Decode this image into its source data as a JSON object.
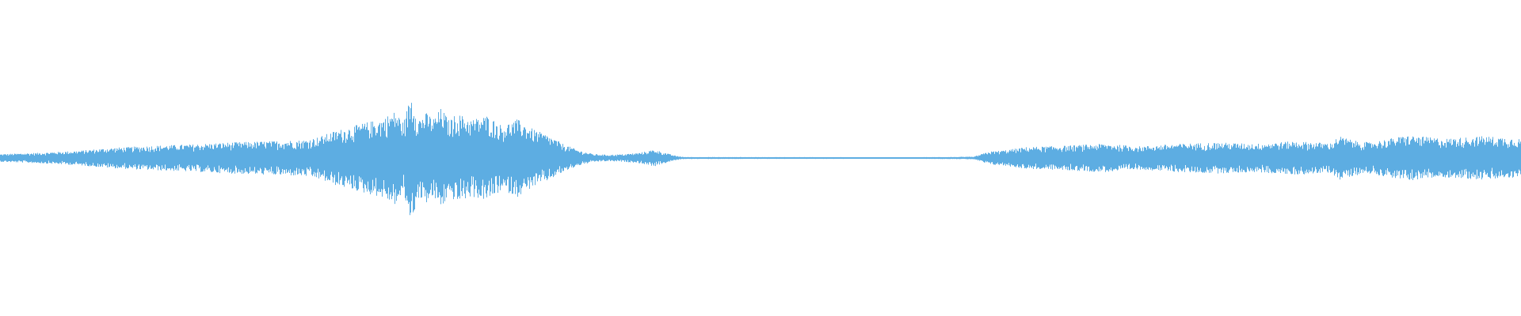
{
  "colors": {
    "background": "#ffffff",
    "waveform": "#5dade2"
  },
  "chart_data": {
    "type": "area",
    "xlabel": "",
    "ylabel": "",
    "grid": false,
    "legend": "none",
    "x_range": [
      0,
      1
    ],
    "y_range": [
      -1,
      1
    ],
    "series": [
      {
        "x": [
          0.0,
          0.025,
          0.05,
          0.075,
          0.1,
          0.125,
          0.15,
          0.175,
          0.2,
          0.21,
          0.22,
          0.23,
          0.24,
          0.25,
          0.26,
          0.265,
          0.27,
          0.275,
          0.28,
          0.285,
          0.29,
          0.295,
          0.3,
          0.31,
          0.32,
          0.33,
          0.34,
          0.35,
          0.36,
          0.37,
          0.38,
          0.39,
          0.4,
          0.41,
          0.42,
          0.43,
          0.44,
          0.445,
          0.45,
          0.6,
          0.62,
          0.64,
          0.65,
          0.66,
          0.675,
          0.7,
          0.725,
          0.75,
          0.775,
          0.8,
          0.825,
          0.85,
          0.875,
          0.88,
          0.89,
          0.9,
          0.925,
          0.95,
          0.975,
          1.0
        ],
        "envelope": [
          0.06,
          0.08,
          0.11,
          0.16,
          0.19,
          0.21,
          0.24,
          0.26,
          0.28,
          0.33,
          0.42,
          0.48,
          0.55,
          0.6,
          0.73,
          0.55,
          0.99,
          0.62,
          0.7,
          0.62,
          0.78,
          0.58,
          0.69,
          0.6,
          0.66,
          0.5,
          0.6,
          0.45,
          0.35,
          0.22,
          0.12,
          0.06,
          0.05,
          0.06,
          0.08,
          0.13,
          0.06,
          0.03,
          0.015,
          0.012,
          0.015,
          0.02,
          0.1,
          0.12,
          0.17,
          0.19,
          0.22,
          0.18,
          0.22,
          0.24,
          0.22,
          0.26,
          0.23,
          0.34,
          0.27,
          0.24,
          0.35,
          0.3,
          0.34,
          0.3
        ]
      }
    ]
  }
}
